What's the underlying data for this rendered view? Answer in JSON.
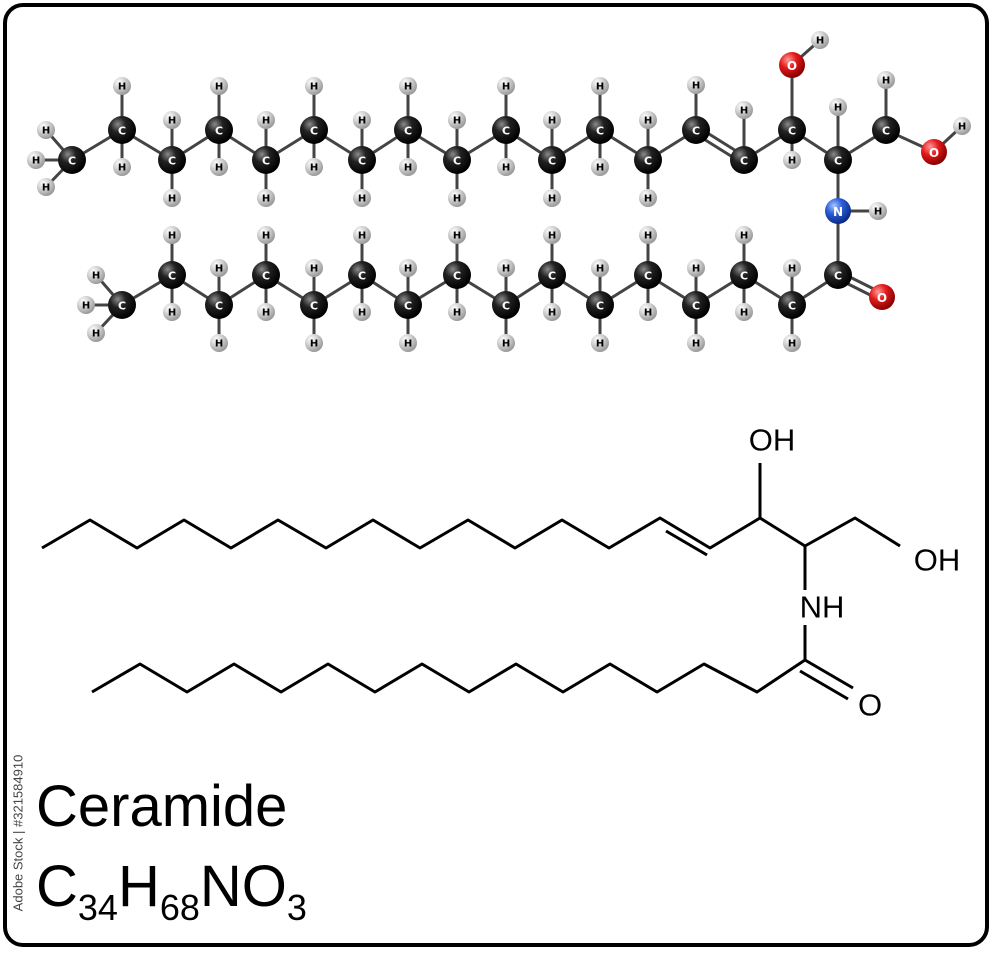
{
  "molecule": {
    "name": "Ceramide",
    "formula_parts": [
      "C",
      "34",
      "H",
      "68",
      "N",
      "O",
      "3"
    ],
    "element_labels": {
      "carbon": "C",
      "hydrogen": "H",
      "nitrogen": "N",
      "oxygen": "O"
    },
    "skeletal_labels": {
      "hydroxyl_top": "OH",
      "hydroxyl_right": "OH",
      "amine": "NH",
      "carbonyl": "O"
    }
  },
  "stock_id": "Adobe Stock | #321584910",
  "colors": {
    "carbon": "#111111",
    "hydrogen": "#d2d2d2",
    "oxygen": "#e41b1b",
    "nitrogen": "#2c5fd8",
    "bond": "#444444"
  }
}
